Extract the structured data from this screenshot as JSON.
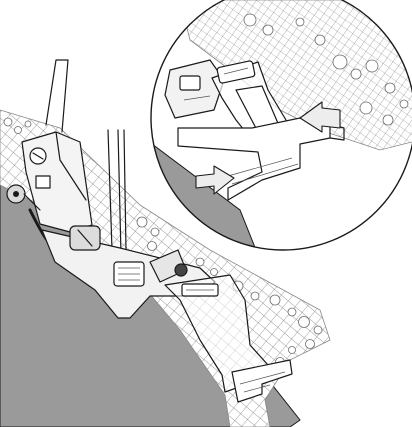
{
  "illustration": {
    "subject": "sewing-machine-presser-foot-with-lace-guide",
    "colors": {
      "fabric": "#9a9a9a",
      "lace_tint": "#d4d4d4",
      "outline": "#1a1a1a",
      "arrow_fill": "#ededed",
      "background": "#ffffff"
    },
    "icons": [
      "presser-foot",
      "needle",
      "lace-edge",
      "guide-foot",
      "adjust-arrow-left",
      "adjust-arrow-right",
      "zoom-callout-circle"
    ]
  }
}
